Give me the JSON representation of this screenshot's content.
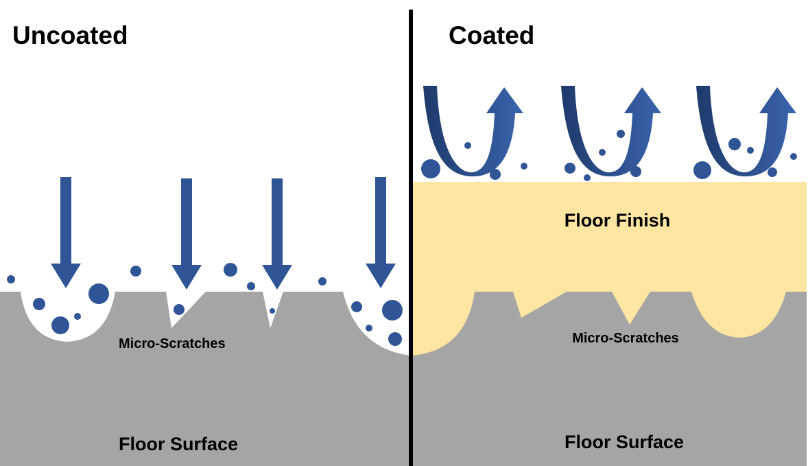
{
  "colors": {
    "floor": "#a5a5a5",
    "finish": "#fce6a1",
    "particle": "#2f5597",
    "divider": "#000000",
    "background": "#ffffff"
  },
  "left_panel": {
    "title": "Uncoated",
    "scratch_label": "Micro-Scratches",
    "surface_label": "Floor Surface"
  },
  "right_panel": {
    "title": "Coated",
    "finish_label": "Floor Finish",
    "scratch_label": "Micro-Scratches",
    "surface_label": "Floor Surface"
  },
  "icons": {
    "down_arrow": "down-arrow-icon",
    "bounce_arrow": "bounce-arrow-icon",
    "particle": "dirt-particle-icon"
  }
}
